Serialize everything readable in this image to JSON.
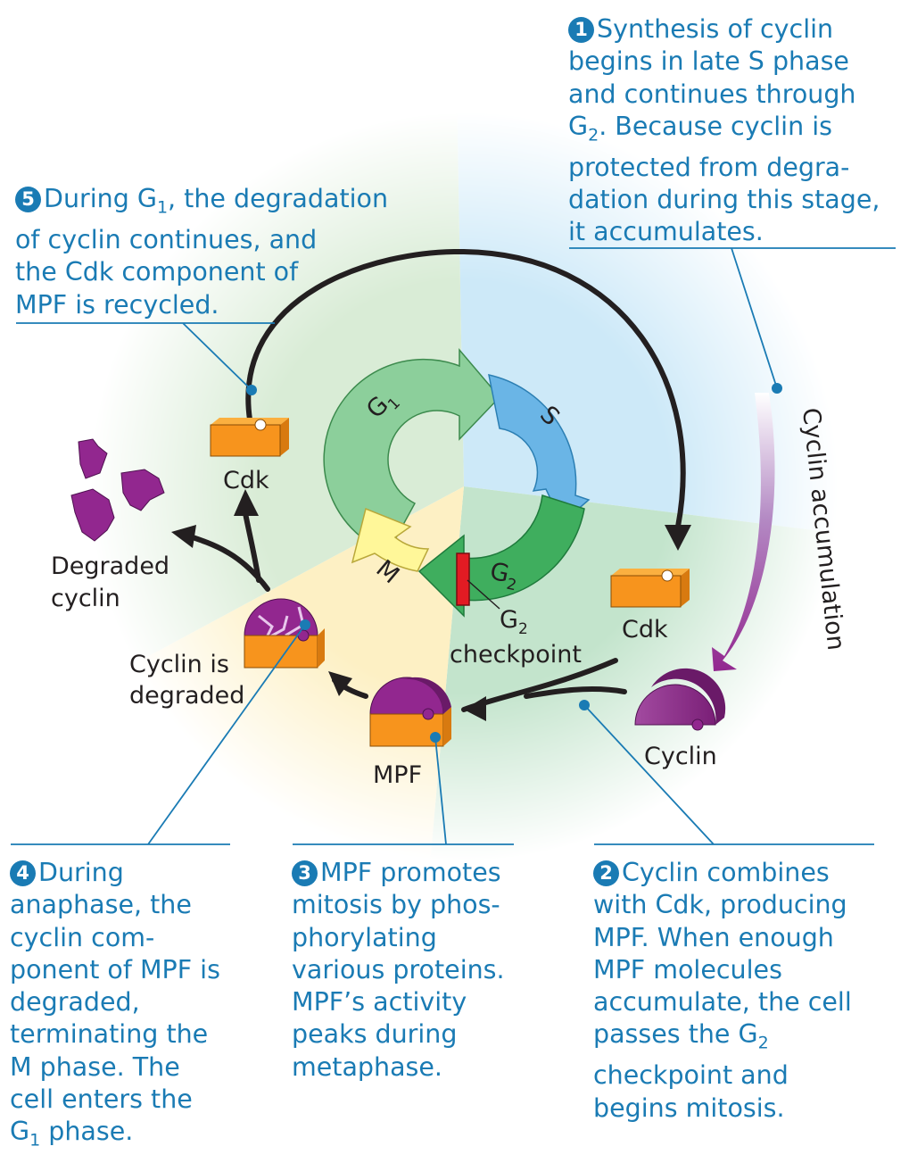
{
  "callouts": {
    "c1": {
      "num": "1",
      "first": "Synthesis of cyclin",
      "lines": [
        "begins in late S phase",
        "and continues through"
      ],
      "g2_pre": "G",
      "g2_sub": "2",
      "g2_post": ". Because cyclin is",
      "lines2": [
        "protected from degra-",
        "dation during this stage,",
        "it accumulates."
      ]
    },
    "c2": {
      "num": "2",
      "first": "Cyclin combines",
      "lines": [
        "with Cdk, producing",
        "MPF. When enough",
        "MPF molecules",
        "accumulate, the cell"
      ],
      "g2_pre": "passes the G",
      "g2_sub": "2",
      "lines2": [
        "checkpoint and",
        "begins mitosis."
      ]
    },
    "c3": {
      "num": "3",
      "first": "MPF promotes",
      "lines": [
        "mitosis by phos-",
        "phorylating",
        "various proteins.",
        "MPF’s activity",
        "peaks during",
        "metaphase."
      ]
    },
    "c4": {
      "num": "4",
      "first": "During",
      "lines": [
        "anaphase, the",
        "cyclin com-",
        "ponent of MPF is",
        "degraded,",
        "terminating the",
        "M phase. The",
        "cell enters the"
      ],
      "g1_pre": "G",
      "g1_sub": "1",
      "g1_post": " phase."
    },
    "c5": {
      "num": "5",
      "first_pre": "During G",
      "first_sub": "1",
      "first_post": ", the degradation",
      "lines": [
        "of cyclin continues, and",
        "the Cdk component of",
        "MPF is recycled."
      ]
    }
  },
  "labels": {
    "cdk_top": "Cdk",
    "cdk_right": "Cdk",
    "cyclin": "Cyclin",
    "mpf": "MPF",
    "degraded_1": "Degraded",
    "degraded_2": "cyclin",
    "cyclin_is_1": "Cyclin is",
    "cyclin_is_2": "degraded",
    "checkpoint_pre": "G",
    "checkpoint_sub": "2",
    "checkpoint_word": "checkpoint",
    "cyclin_accumulation": "Cyclin accumulation"
  },
  "phases": {
    "g1_letter": "G",
    "g1_sub": "1",
    "s": "S",
    "g2_letter": "G",
    "g2_sub": "2",
    "m": "M"
  },
  "colors": {
    "callout_blue": "#1a7bb4",
    "cdk_orange": "#f7941d",
    "cyclin_purple": "#92278f",
    "g1_green": "#8ccf9b",
    "s_blue": "#6ab5e6",
    "g2_green": "#3fae5e",
    "m_yellow": "#fff799",
    "checkpoint_red": "#e21b23"
  }
}
